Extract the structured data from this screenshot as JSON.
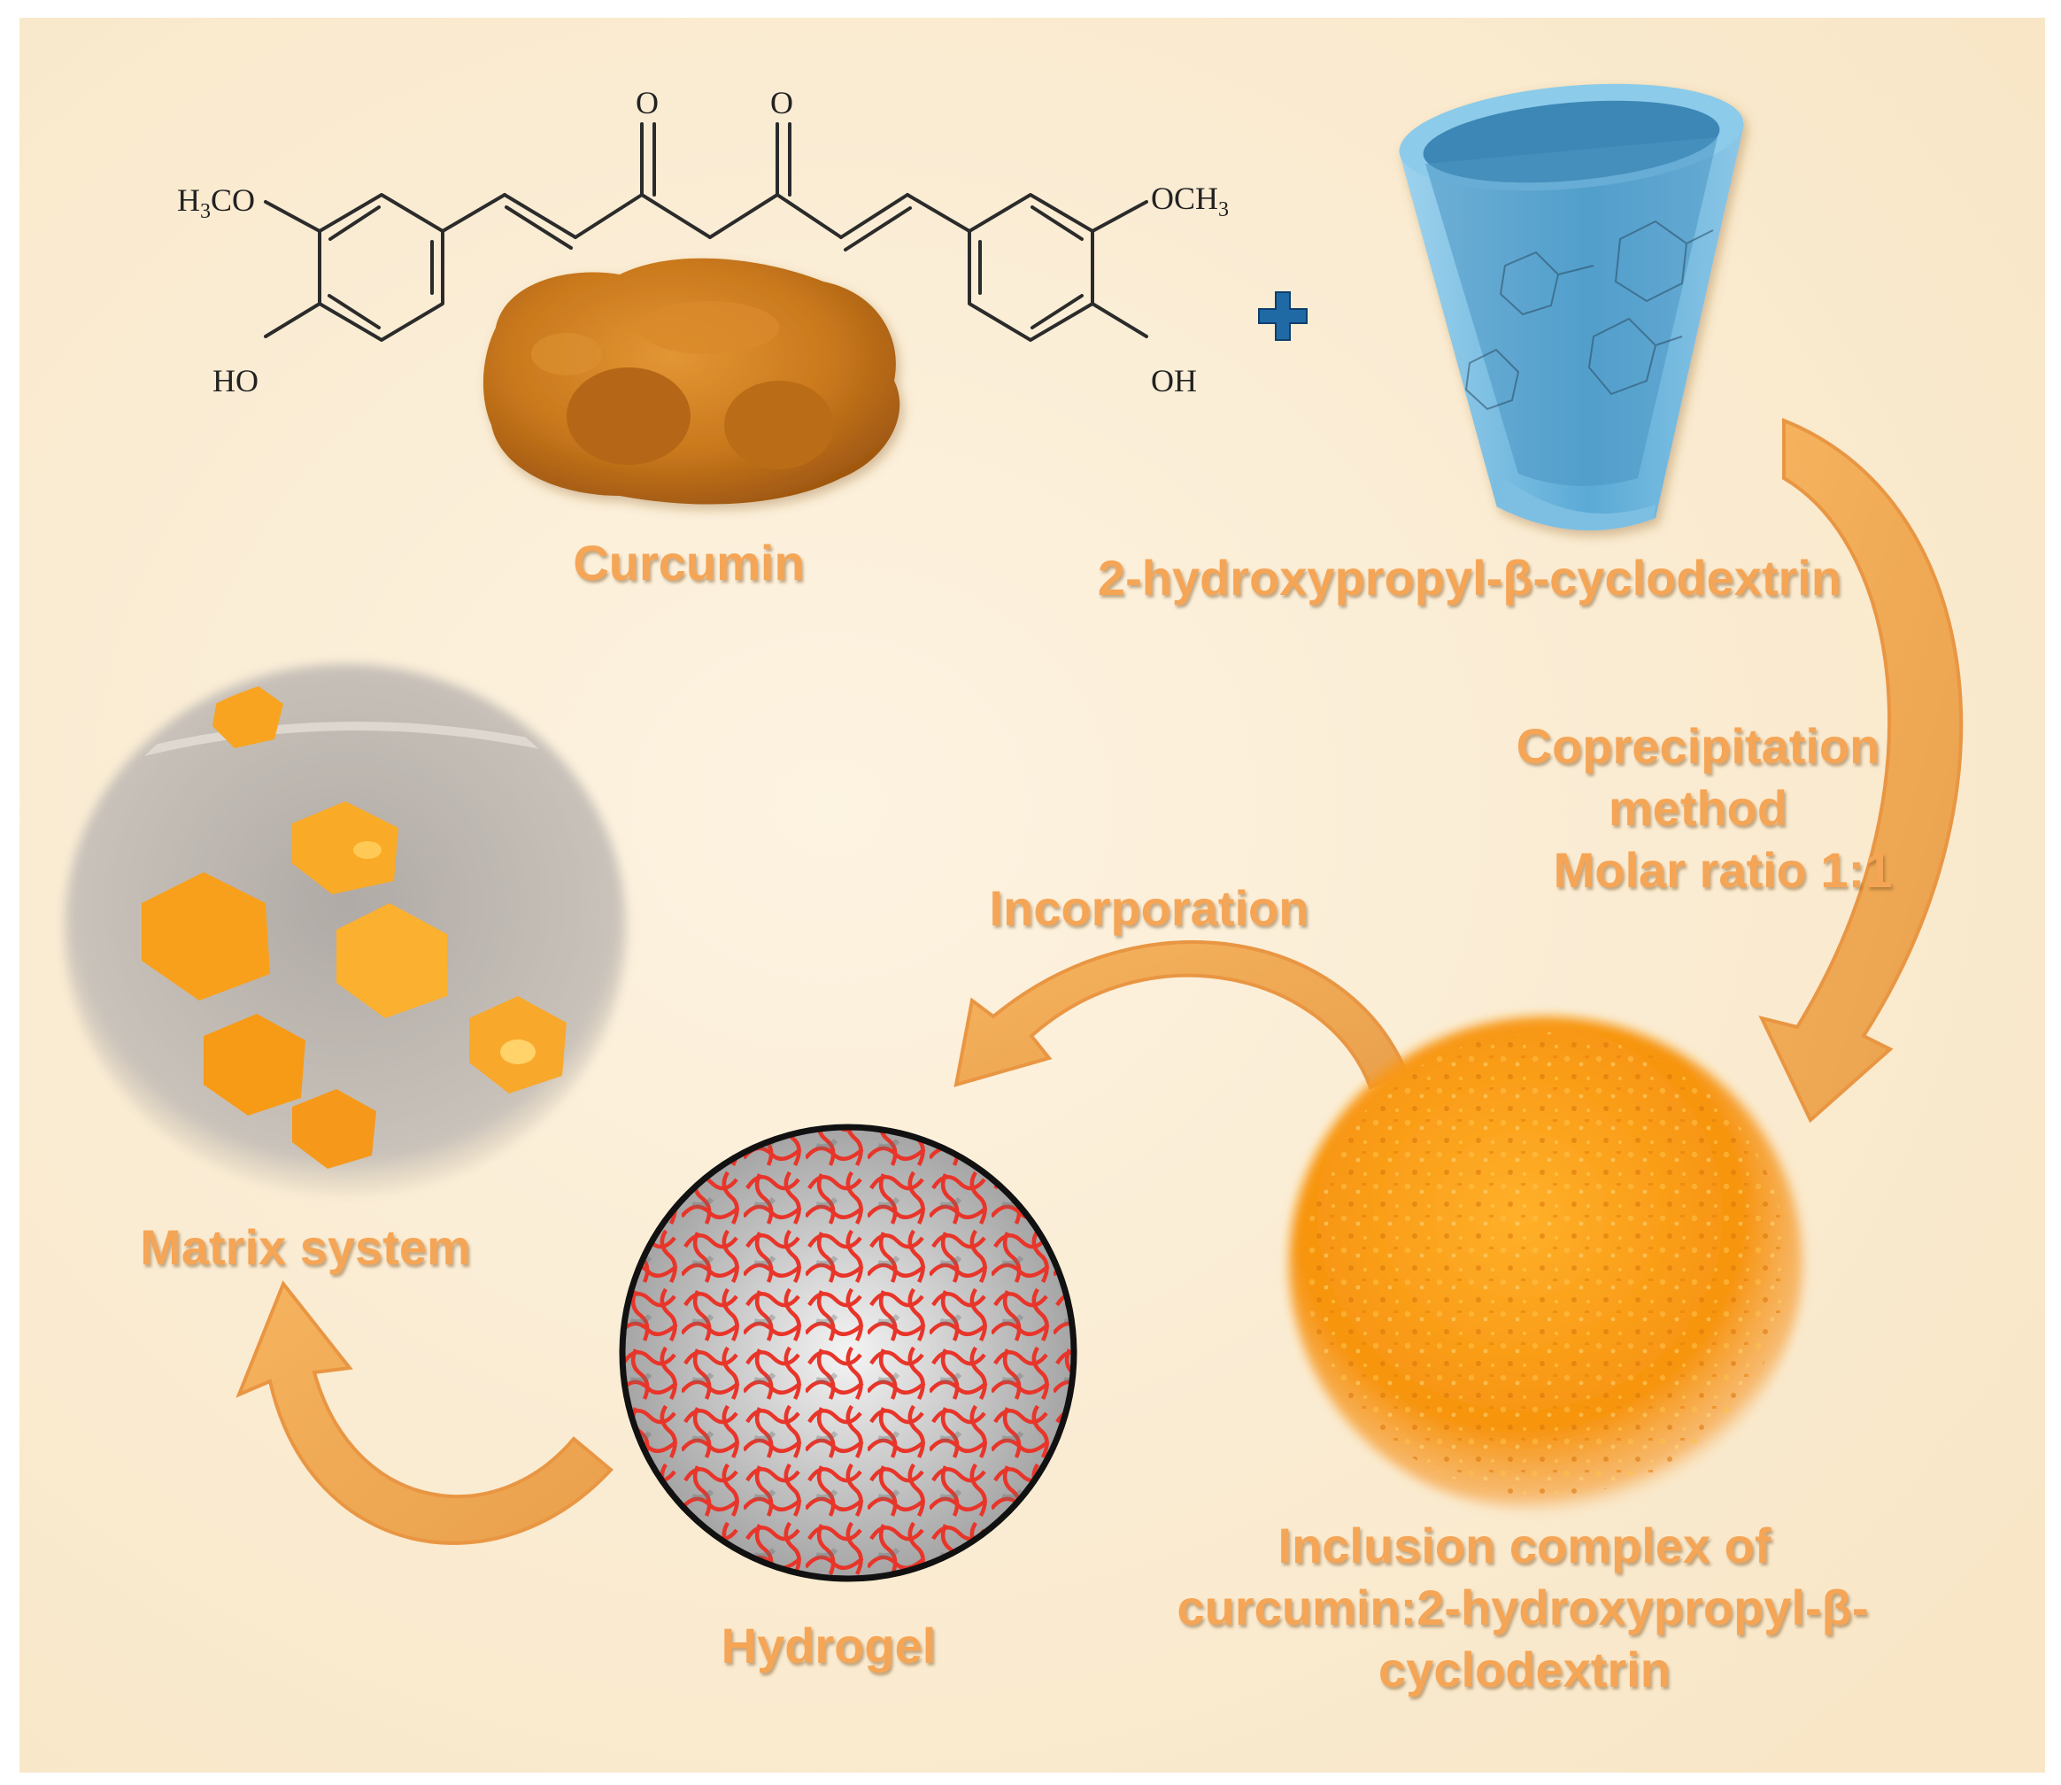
{
  "colors": {
    "background": "#fcefd6",
    "label_orange": "#f5a556",
    "arrow_orange": "#f6b35e",
    "curcumin_powder": "#c8781a",
    "cyclodextrin_blue": "#6fb8de",
    "complex_orange": "#f89a12",
    "hydrogel_red": "#e8352a",
    "matrix_orange": "#f8a420"
  },
  "structure": {
    "carbonyl_left": "O",
    "carbonyl_right": "O",
    "methoxy_left": "H3CO",
    "methoxy_right": "OCH3",
    "hydroxyl_left": "HO",
    "hydroxyl_right": "OH"
  },
  "nodes": {
    "curcumin": {
      "label": "Curcumin",
      "icon": "curcumin-powder-image"
    },
    "cyclodextrin": {
      "label": "2-hydroxypropyl-β-cyclodextrin",
      "icon": "cyclodextrin-cone-image"
    },
    "plus": {
      "symbol": "+",
      "icon": "plus-icon"
    },
    "inclusion_complex": {
      "label_lines": [
        "Inclusion complex of",
        "curcumin:2-hydroxypropyl-β-",
        "cyclodextrin"
      ],
      "icon": "complex-powder-image"
    },
    "hydrogel": {
      "label": "Hydrogel",
      "icon": "hydrogel-mesh-image"
    },
    "matrix_system": {
      "label": "Matrix system",
      "icon": "matrix-system-photo"
    }
  },
  "steps": {
    "coprecipitation": {
      "lines": [
        "Coprecipitation",
        "method",
        "Molar ratio 1:1"
      ]
    },
    "incorporation": {
      "label": "Incorporation"
    }
  },
  "edges": [
    {
      "from": "cyclodextrin",
      "to": "inclusion_complex",
      "label_ref": "steps.coprecipitation"
    },
    {
      "from": "inclusion_complex",
      "to": "hydrogel",
      "label_ref": "steps.incorporation"
    },
    {
      "from": "hydrogel",
      "to": "matrix_system",
      "label_ref": ""
    }
  ]
}
